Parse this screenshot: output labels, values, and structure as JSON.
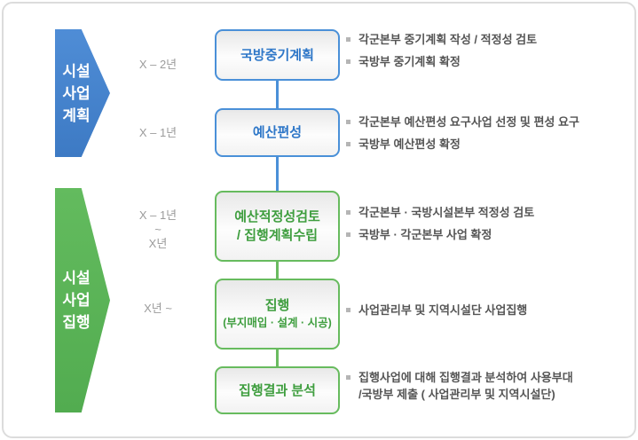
{
  "palette": {
    "blue_arrow": "#4384cc",
    "blue_border": "#4a90d8",
    "blue_text": "#2e77c8",
    "green_arrow": "#5ab457",
    "green_border": "#67bb5e",
    "green_text": "#3f9e3f",
    "note_text": "#555555",
    "timeline_text": "#9b9b9b"
  },
  "phases": [
    {
      "id": "facility-project-planning",
      "label": "시설\n사업\n계획"
    },
    {
      "id": "facility-project-execution",
      "label": "시설\n사업\n집행"
    }
  ],
  "timeline": [
    {
      "label": "X – 2년"
    },
    {
      "label": "X – 1년"
    },
    {
      "label": "X – 1년\n~\nX년"
    },
    {
      "label": "X년 ~"
    }
  ],
  "steps": [
    {
      "title": "국방중기계획",
      "color": "blue",
      "notes": [
        "각군본부 중기계획 작성 / 적정성 검토",
        "국방부 중기계획 확정"
      ]
    },
    {
      "title": "예산편성",
      "color": "blue",
      "notes": [
        "각군본부 예산편성 요구사업 선정 및 편성 요구",
        "국방부 예산편성 확정"
      ]
    },
    {
      "title": "예산적정성검토\n/ 집행계획수립",
      "color": "green",
      "notes": [
        "각군본부 · 국방시설본부 적정성 검토",
        "국방부 · 각군본부 사업 확정"
      ]
    },
    {
      "title": "집행",
      "subtitle": "(부지매입 · 설계 · 시공)",
      "color": "green",
      "notes": [
        "사업관리부  및 지역시설단 사업집행"
      ]
    },
    {
      "title": "집행결과 분석",
      "color": "green",
      "notes": [
        "집행사업에 대해 집행결과 분석하여 사용부대\n/국방부 제출 ( 사업관리부 및 지역시설단)"
      ]
    }
  ]
}
